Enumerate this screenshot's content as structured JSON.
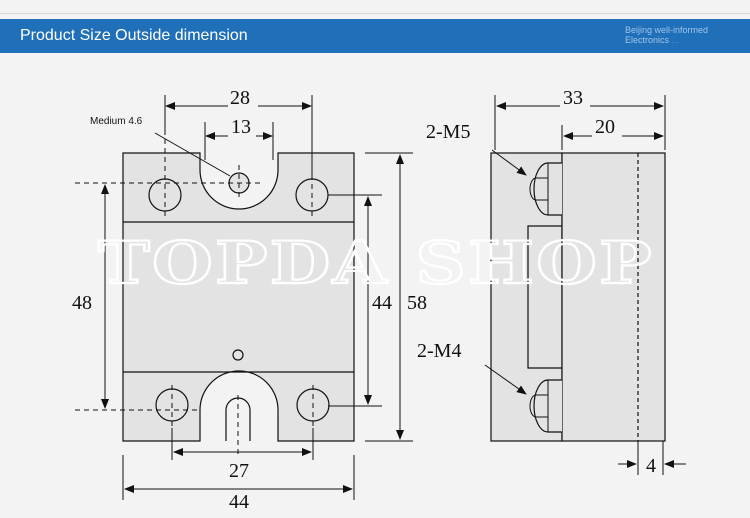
{
  "header": {
    "title": "Product Size Outside dimension",
    "subtitle": "Beijing well-informed Electronics",
    "subtitle_tail": "..."
  },
  "diagram": {
    "front": {
      "hole_label": "Medium 4.6",
      "dim_top_outer": "28",
      "dim_top_inner": "13",
      "dim_left": "48",
      "dim_right_inner": "44",
      "dim_right_outer": "58",
      "dim_bottom_inner": "27",
      "dim_bottom_outer": "44"
    },
    "side": {
      "dim_total": "33",
      "dim_body": "20",
      "label_screw_top": "2-M5",
      "label_screw_bottom": "2-M4",
      "dim_edge": "4"
    }
  },
  "watermark": "TOPDA SHOP",
  "colors": {
    "header_bg": "#1f6fb9",
    "background": "#f3f3f3",
    "drawing_fill": "#e3e3e3",
    "line": "#111111"
  }
}
